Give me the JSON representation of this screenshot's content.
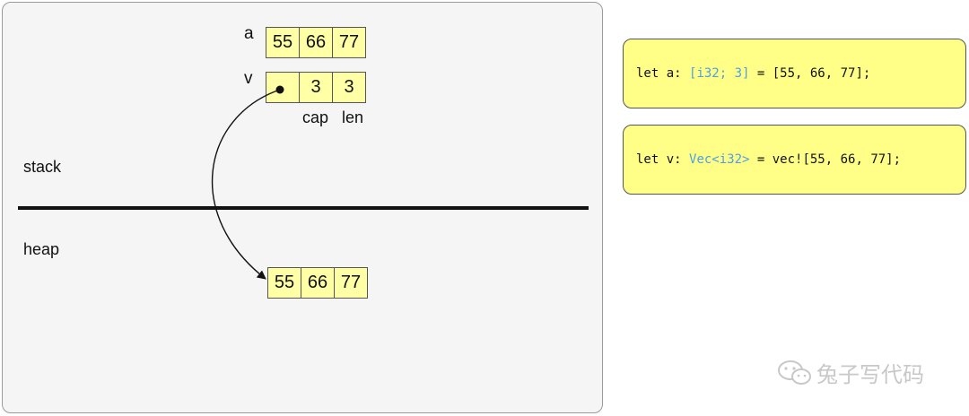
{
  "stack": {
    "label": "stack",
    "array_a": {
      "name": "a",
      "values": [
        "55",
        "66",
        "77"
      ]
    },
    "vec_v": {
      "name": "v",
      "cap": "3",
      "len": "3",
      "cap_label": "cap",
      "len_label": "len"
    }
  },
  "heap": {
    "label": "heap",
    "values": [
      "55",
      "66",
      "77"
    ]
  },
  "code": {
    "line_a": {
      "prefix": "let a: ",
      "type": "[i32; 3]",
      "suffix": " = [55, 66, 77];"
    },
    "line_v": {
      "prefix": "let v: ",
      "type": "Vec<i32>",
      "suffix": " = vec![55, 66, 77];"
    }
  },
  "colors": {
    "cell_fill": "#ffffa6",
    "code_box_fill": "#ffff88",
    "type_color": "#4fa0df",
    "panel_bg": "#f5f5f5"
  },
  "watermark": {
    "icon": "wechat-icon",
    "text": "兔子写代码"
  }
}
